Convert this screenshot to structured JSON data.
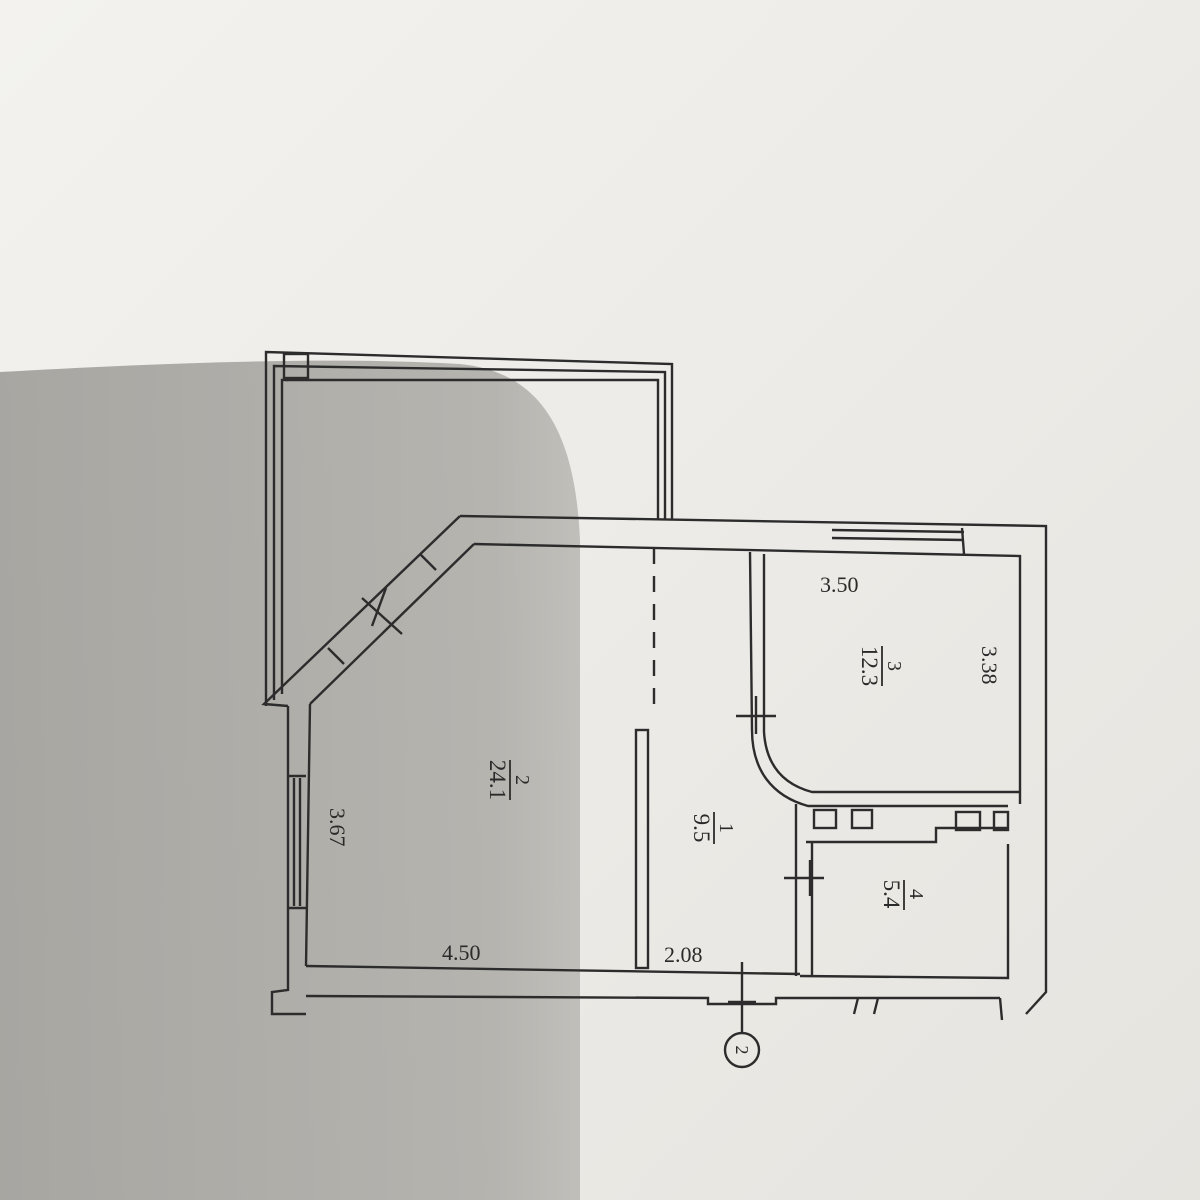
{
  "plan": {
    "dimensions": {
      "room3_width": "3.50",
      "room3_depth": "3.38",
      "room2_depth": "3.67",
      "room2_width": "4.50",
      "room1_width": "2.08"
    },
    "rooms": [
      {
        "number": "1",
        "area": "9.5"
      },
      {
        "number": "2",
        "area": "24.1"
      },
      {
        "number": "3",
        "area": "12.3"
      },
      {
        "number": "4",
        "area": "5.4"
      }
    ],
    "axis_marker": "2"
  },
  "colors": {
    "paper": "#eeece8",
    "shadow": "#a9a7a2",
    "wall": "#2c2c2c"
  }
}
